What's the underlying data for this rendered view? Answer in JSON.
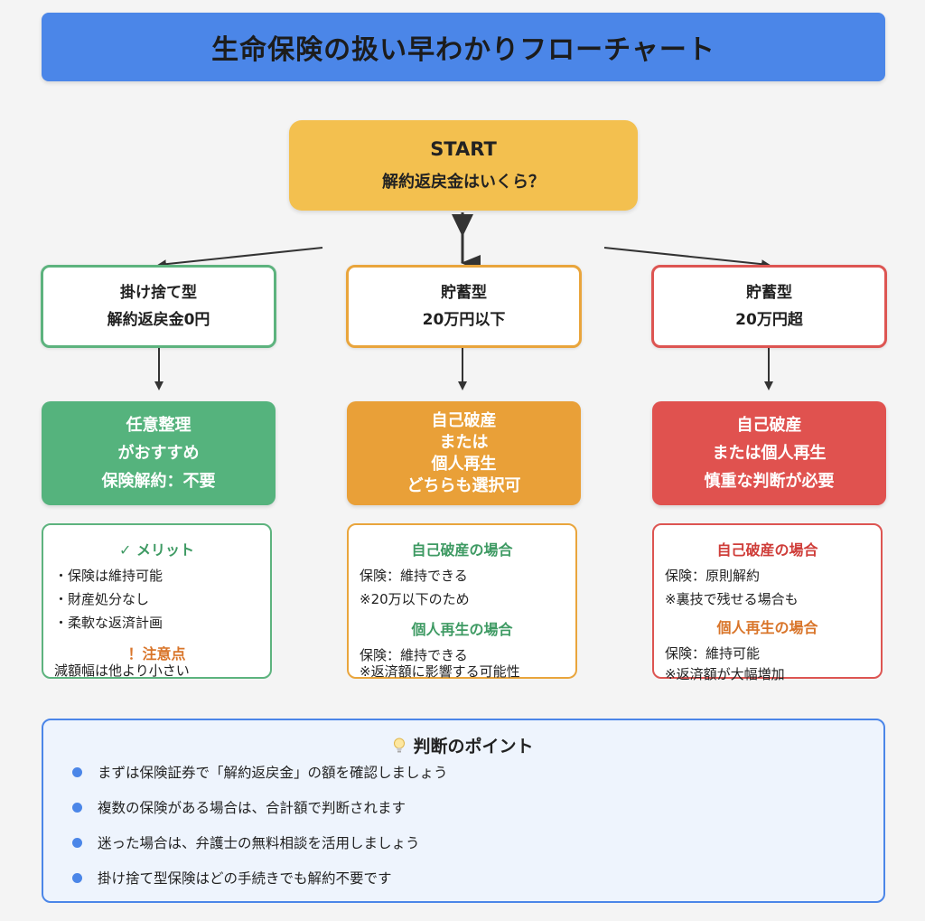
{
  "title": "生命保険の扱い早わかりフローチャート",
  "start": {
    "label": "START",
    "question": "解約返戻金はいくら？"
  },
  "branches": [
    {
      "type_line1": "掛け捨て型",
      "type_line2": "解約返戻金0円",
      "result_lines": [
        "任意整理",
        "がおすすめ",
        "保険解約：不要"
      ],
      "color": "#55b37d"
    },
    {
      "type_line1": "貯蓄型",
      "type_line2": "20万円以下",
      "result_lines": [
        "自己破産",
        "または",
        "個人再生",
        "どちらも選択可"
      ],
      "color": "#e9a038"
    },
    {
      "type_line1": "貯蓄型",
      "type_line2": "20万円超",
      "result_lines": [
        "自己破産",
        "または個人再生",
        "慎重な判断が必要"
      ],
      "color": "#e0524f"
    }
  ],
  "details": {
    "green": {
      "merit_title": "✓ メリット",
      "merit_items": [
        "・保険は維持可能",
        "・財産処分なし",
        "・柔軟な返済計画"
      ],
      "caution_title": "！注意点",
      "caution_text": "減額幅は他より小さい"
    },
    "orange": {
      "bankruptcy_title": "自己破産の場合",
      "bankruptcy_lines": [
        "保険：維持できる",
        "※20万以下のため"
      ],
      "rehab_title": "個人再生の場合",
      "rehab_lines": [
        "保険：維持できる",
        "※返済額に影響する可能性"
      ]
    },
    "red": {
      "bankruptcy_title": "自己破産の場合",
      "bankruptcy_lines": [
        "保険：原則解約",
        "※裏技で残せる場合も"
      ],
      "rehab_title": "個人再生の場合",
      "rehab_lines": [
        "保険：維持可能",
        "※返済額が大幅増加"
      ]
    }
  },
  "summary": {
    "title": "判断のポイント",
    "icon": "lightbulb-icon",
    "items": [
      "まずは保険証券で「解約返戻金」の額を確認しましょう",
      "複数の保険がある場合は、合計額で判断されます",
      "迷った場合は、弁護士の無料相談を活用しましょう",
      "掛け捨て型保険はどの手続きでも解約不要です"
    ]
  },
  "colors": {
    "title_bar": "#4b86e8",
    "start": "#f3c04f",
    "green_text": "#3e9a63",
    "orange_text": "#d9752a",
    "red_text": "#cf3d39"
  }
}
